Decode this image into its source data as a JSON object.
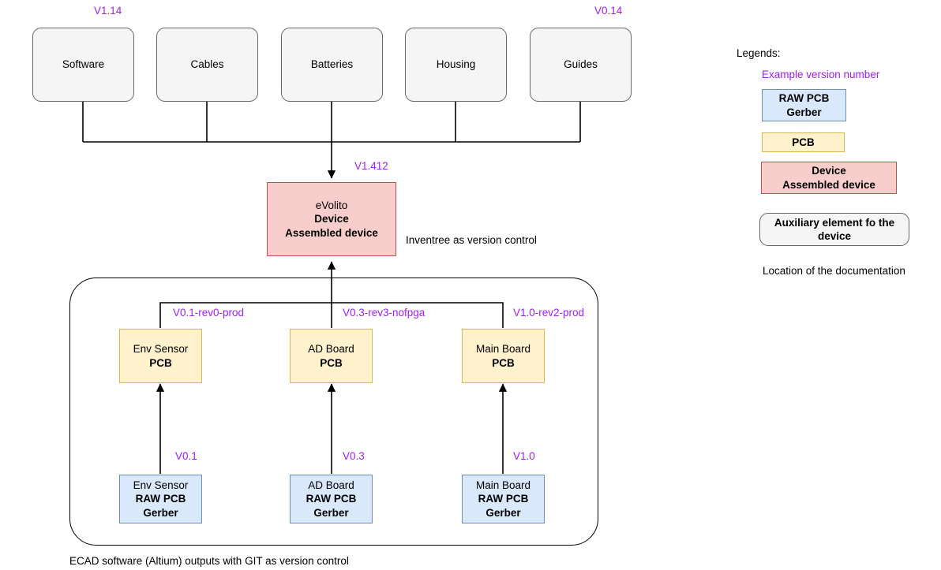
{
  "top_row": {
    "version_left": "V1.14",
    "version_right": "V0.14",
    "items": [
      {
        "label": "Software"
      },
      {
        "label": "Cables"
      },
      {
        "label": "Batteries"
      },
      {
        "label": "Housing"
      },
      {
        "label": "Guides"
      }
    ]
  },
  "device": {
    "version": "V1.412",
    "line1": "eVolito",
    "line2": "Device",
    "line3": "Assembled device",
    "note": "Inventree as version control"
  },
  "pcb_row": [
    {
      "version": "V0.1-rev0-prod",
      "line1": "Env Sensor",
      "line2": "PCB"
    },
    {
      "version": "V0.3-rev3-nofpga",
      "line1": "AD Board",
      "line2": "PCB"
    },
    {
      "version": "V1.0-rev2-prod",
      "line1": "Main Board",
      "line2": "PCB"
    }
  ],
  "raw_row": [
    {
      "version": "V0.1",
      "line1": "Env Sensor",
      "line2": "RAW PCB",
      "line3": "Gerber"
    },
    {
      "version": "V0.3",
      "line1": "AD Board",
      "line2": "RAW PCB",
      "line3": "Gerber"
    },
    {
      "version": "V1.0",
      "line1": "Main Board",
      "line2": "RAW PCB",
      "line3": "Gerber"
    }
  ],
  "group_caption": "ECAD software (Altium) outputs with GIT as version control",
  "legend": {
    "title": "Legends:",
    "version_example": "Example version number",
    "raw": {
      "line1": "RAW PCB",
      "line2": "Gerber"
    },
    "pcb": {
      "line1": "PCB"
    },
    "device": {
      "line1": "Device",
      "line2": "Assembled device"
    },
    "aux": {
      "line1": "Auxiliary element fo the",
      "line2": "device"
    },
    "doc_caption": "Location of the documentation"
  },
  "colors": {
    "version_purple": "#a020f0",
    "raw_fill": "#dae8fc",
    "raw_stroke": "#6c8ebf",
    "pcb_fill": "#fff2cc",
    "pcb_stroke": "#d6b656",
    "device_fill": "#f8cecc",
    "device_stroke": "#b85450",
    "aux_fill": "#f5f5f5",
    "aux_stroke": "#666666",
    "edge": "#000000"
  }
}
